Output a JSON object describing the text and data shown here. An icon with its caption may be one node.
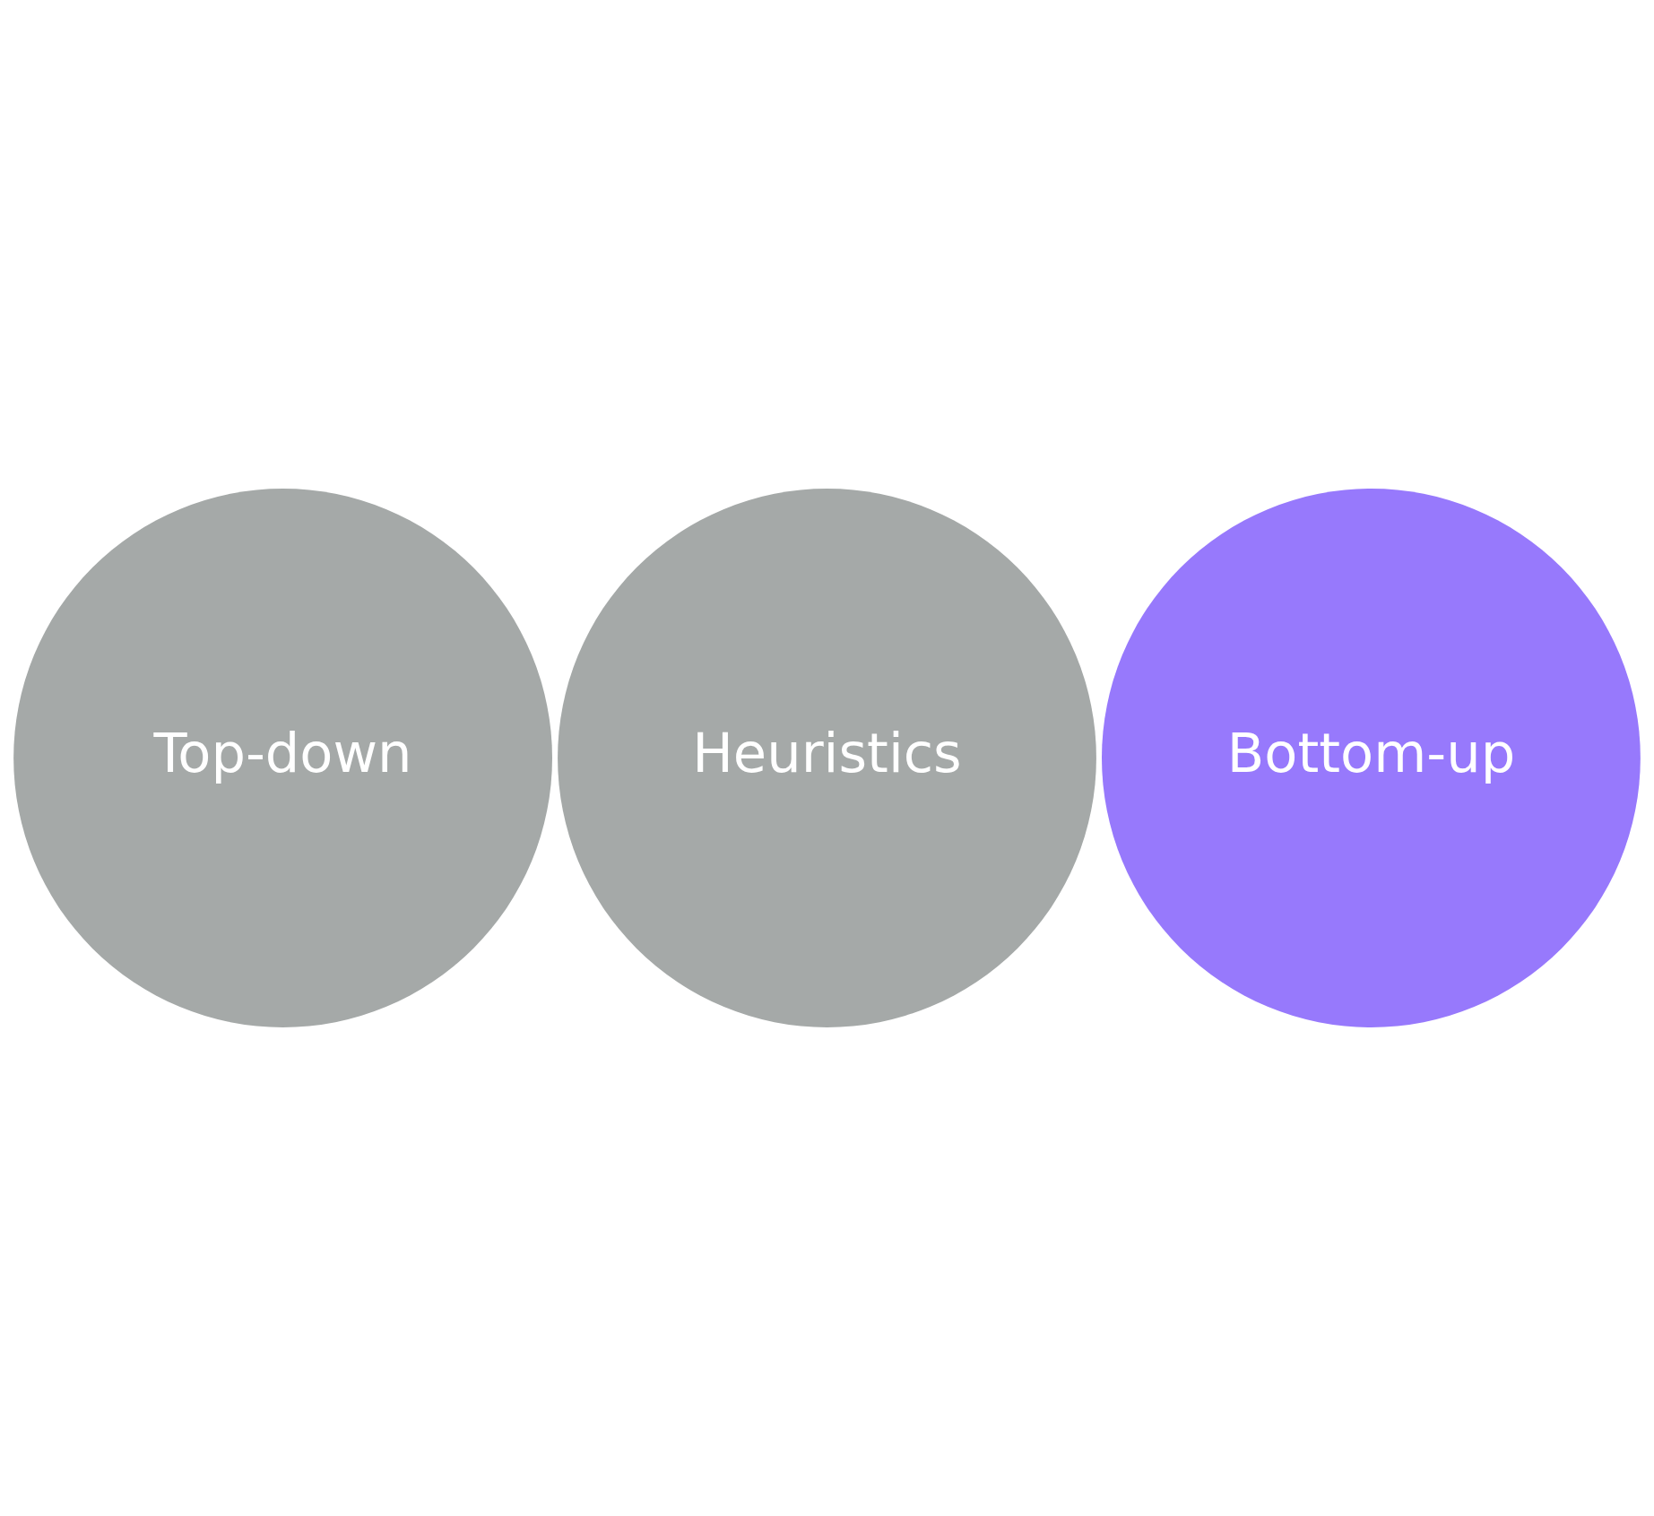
{
  "diagram": {
    "nodes": [
      {
        "text": [
          "Top-down"
        ]
      },
      {
        "text": [
          "Heuristics"
        ]
      },
      {
        "text": [
          "Bottom-up"
        ]
      }
    ]
  }
}
